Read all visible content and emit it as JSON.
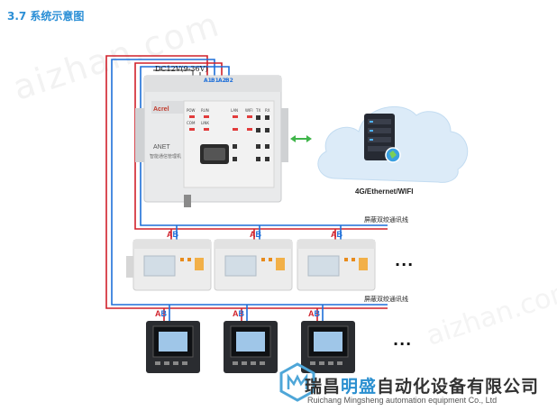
{
  "header": {
    "section_title": "3.7 系统示意图"
  },
  "watermark": {
    "text": "aizhan.com",
    "text2": "aizhan.com"
  },
  "gateway": {
    "power_label": "DC12V(9-36V)",
    "terminals": [
      "A1",
      "B1",
      "A2",
      "B2"
    ],
    "brand": "Acrel",
    "model": "ANET",
    "subtitle": "智能通信管理机",
    "leds_left": [
      "POW",
      "RUN",
      "COM",
      "LINK"
    ],
    "leds_mid": [
      "LAN",
      "WIFI"
    ],
    "leds_right": [
      "TX",
      "RX"
    ]
  },
  "cloud": {
    "label": "4G/Ethernet/WIFI"
  },
  "buses": {
    "bus1_label": "屏蔽双绞通讯线",
    "bus2_label": "屏蔽双绞通讯线"
  },
  "meter_rows": [
    {
      "a": "A",
      "b": "B",
      "count": 3,
      "more": "···"
    },
    {
      "a": "A",
      "b": "B",
      "count": 3,
      "more": "···"
    }
  ],
  "company": {
    "name_cn_pre": "瑞昌",
    "name_cn_hl": "明盛",
    "name_cn_post": "自动化设备有限公司",
    "name_en": "Ruichang Mingsheng automation equipment Co., Ltd"
  },
  "colors": {
    "title_blue": "#2b8fd6",
    "wire_red": "#d0202a",
    "wire_blue": "#1e6fd9",
    "cloud": "#d7e9f8",
    "logo": "#4ea6d8"
  }
}
